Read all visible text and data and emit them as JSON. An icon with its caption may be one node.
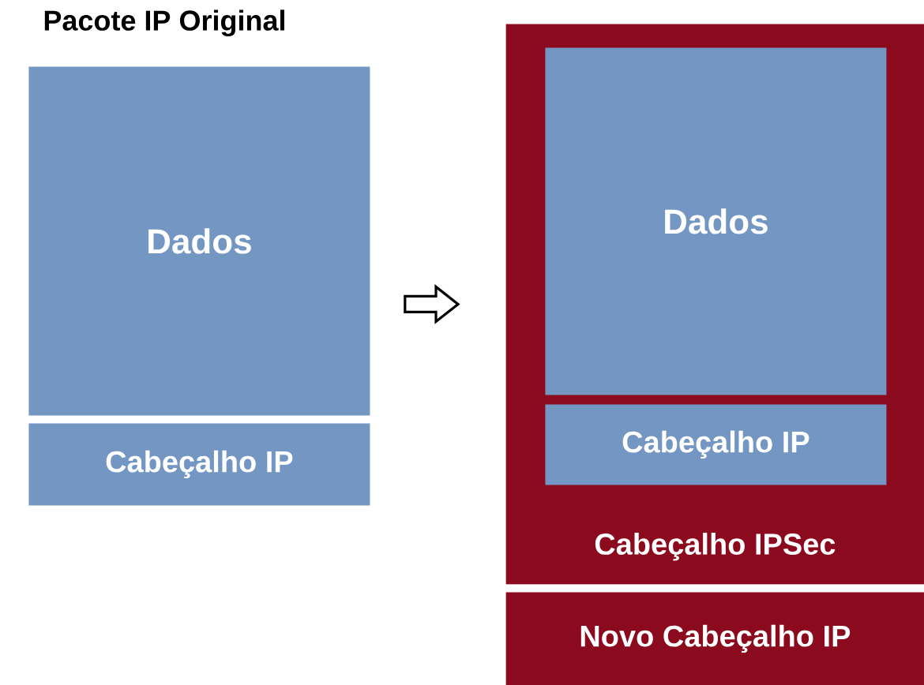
{
  "diagram": {
    "title": "Pacote IP Original",
    "nodes": [
      {
        "text": [
          "Dados"
        ]
      },
      {
        "text": [
          "Cabeçalho IP"
        ]
      },
      {
        "text": [
          "Cabeçalho IPSec"
        ]
      },
      {
        "text": [
          "Dados"
        ],
        "in": 2
      },
      {
        "text": [
          "Cabeçalho IP"
        ],
        "in": 2
      },
      {
        "text": [
          "Novo Cabeçalho IP"
        ]
      }
    ],
    "edges": [
      {
        "from": 0,
        "to": 2,
        "arrow": "to"
      }
    ]
  }
}
